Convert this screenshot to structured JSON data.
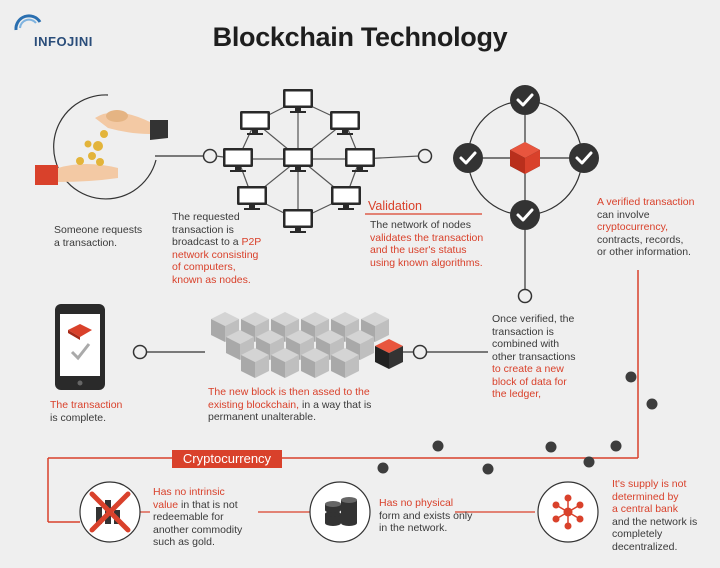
{
  "brand": "INFOJINI",
  "title": "Blockchain Technology",
  "steps": {
    "request": [
      "Someone requests",
      "a transaction."
    ],
    "broadcast_plain": [
      "The requested",
      "transaction is",
      "broadcast to a "
    ],
    "broadcast_red": [
      "P2P",
      "network consisting",
      "of computers,",
      "known as nodes."
    ],
    "validation_heading": "Validation",
    "validation_plain": "The network of nodes",
    "validation_red": [
      "validates the transaction",
      "and the user's status",
      "using known algorithms."
    ],
    "verified_red": "A verified transaction",
    "verified_plain_1": "can involve",
    "verified_red_2": "cryptocurrency,",
    "verified_plain_2": [
      "contracts, records,",
      "or other information."
    ],
    "combined_plain": [
      "Once verified, the",
      "transaction is",
      "combined with",
      "other transactions"
    ],
    "combined_red": [
      "to create a new",
      "block of data for",
      "the ledger,"
    ],
    "added_red": [
      "The new block is then assed to the",
      "existing blockchain,"
    ],
    "added_plain": [
      " in a way that is",
      "permanent unalterable."
    ],
    "complete_red": "The transaction",
    "complete_plain": "is complete."
  },
  "cryptocurrency": {
    "label": "Cryptocurrency",
    "intrinsic_red": [
      "Has no intrinsic",
      "value"
    ],
    "intrinsic_plain": [
      " in that is not",
      "redeemable for",
      "another commodity",
      "such as gold."
    ],
    "physical_red": "Has no physical",
    "physical_plain": [
      "form and exists only",
      "in the network."
    ],
    "supply_red": [
      "It's supply is not",
      "determined by",
      "a central bank"
    ],
    "supply_plain": [
      "and the network is",
      "completely",
      "decentralized."
    ]
  },
  "colors": {
    "accent": "#d9412b",
    "dark": "#333333",
    "background": "#efefef"
  },
  "icons": [
    "hands-coin-icon",
    "p2p-network-icon",
    "validation-checkmarks-icon",
    "smartphone-check-icon",
    "blockchain-cubes-icon",
    "no-value-chart-icon",
    "coin-stack-icon",
    "decentralized-network-icon"
  ]
}
